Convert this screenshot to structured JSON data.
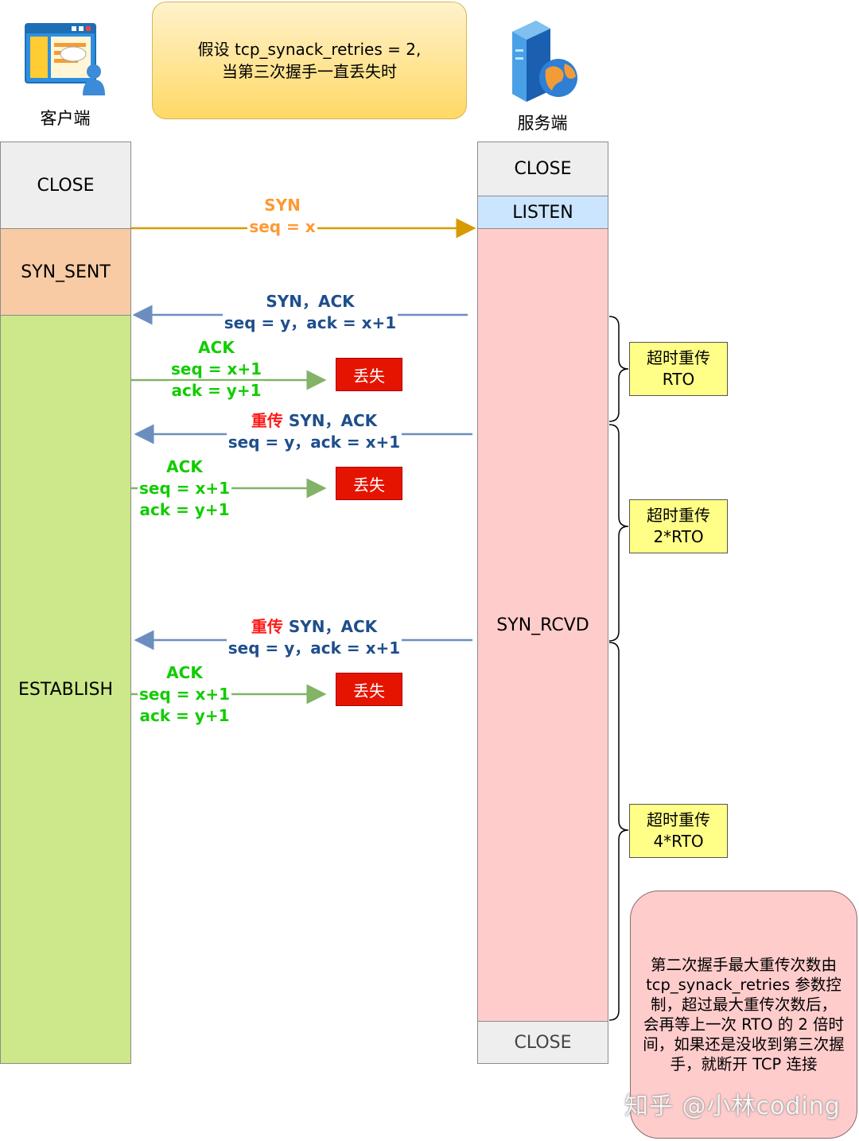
{
  "client": {
    "label": "客户端"
  },
  "server": {
    "label": "服务端"
  },
  "assumption": {
    "line1": "假设 tcp_synack_retries = 2,",
    "line2": "当第三次握手一直丢失时"
  },
  "client_states": {
    "close": "CLOSE",
    "syn_sent": "SYN_SENT",
    "establish": "ESTABLISH"
  },
  "server_states": {
    "close": "CLOSE",
    "listen": "LISTEN",
    "syn_rcvd": "SYN_RCVD",
    "close_end": "CLOSE"
  },
  "messages": {
    "syn": {
      "line1": "SYN",
      "line2": "seq = x"
    },
    "synack": {
      "line1": "SYN，ACK",
      "line2": "seq = y，ack = x+1"
    },
    "ack1": {
      "line1": "ACK",
      "line2": "seq = x+1",
      "line3": "ack = y+1"
    },
    "retrans1": {
      "prefix": "重传",
      "line1": " SYN，ACK",
      "line2": "seq = y，ack = x+1"
    },
    "ack2": {
      "line1": "ACK",
      "line2": "seq = x+1",
      "line3": "ack = y+1"
    },
    "retrans2": {
      "prefix": "重传",
      "line1": " SYN，ACK",
      "line2": "seq = y，ack = x+1"
    },
    "ack3": {
      "line1": "ACK",
      "line2": "seq = x+1",
      "line3": "ack = y+1"
    }
  },
  "lost": {
    "label": "丢失"
  },
  "timeouts": [
    {
      "line1": "超时重传",
      "line2": "RTO"
    },
    {
      "line1": "超时重传",
      "line2": "2*RTO"
    },
    {
      "line1": "超时重传",
      "line2": "4*RTO"
    }
  ],
  "summary": {
    "lines": [
      "第二次握手最大重传次数由",
      "tcp_synack_retries 参数控",
      "制，超过最大重传次数后，",
      "会再等上一次 RTO 的 2 倍时",
      "间，如果还是没收到第三次握",
      "手，就断开 TCP 连接"
    ]
  },
  "watermark": "知乎 @小林coding",
  "colors": {
    "syn": "#ff9933",
    "synack": "#1f4e8c",
    "ack": "#11cc00",
    "retrans": "#ff1a1a",
    "lost": "#e51400",
    "state_close": "#eeeeee",
    "state_syn_sent": "#f8cba4",
    "state_establish": "#cce88a",
    "state_listen": "#cce5ff",
    "state_syn_rcvd": "#ffcccc",
    "timeout": "#ffff88"
  },
  "icons": {
    "client": "browser-window-user-icon",
    "server": "server-globe-icon"
  }
}
